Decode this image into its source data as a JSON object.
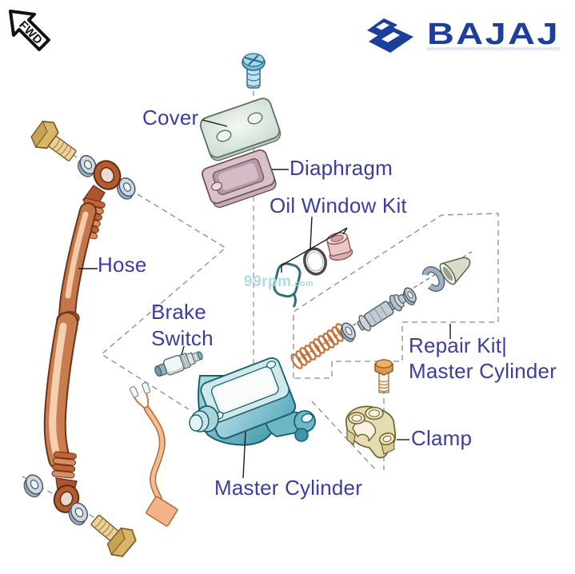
{
  "page": {
    "background_color": "#ffffff"
  },
  "fwd_badge": {
    "text": "FWD"
  },
  "brand": {
    "name": "BAJAJ",
    "color": "#1b3f9b"
  },
  "watermark": {
    "main": "99rpm",
    "suffix": ".com",
    "color": "#aed7e8"
  },
  "labels": {
    "cover": "Cover",
    "diaphragm": "Diaphragm",
    "oil_window_kit": "Oil Window Kit",
    "hose": "Hose",
    "brake_switch": "Brake\nSwitch",
    "repair_kit": "Repair Kit|\nMaster Cylinder",
    "clamp": "Clamp",
    "master_cylinder": "Master Cylinder"
  },
  "label_color": "#3b3e9e",
  "part_colors": {
    "master_cylinder_body": "#8ecbd6",
    "hose": "#c97c4e",
    "clamp": "#e6dcb2",
    "spring": "#c4713a",
    "oil_window": "#ecc6c6",
    "cover": "#dce9de",
    "diaphragm": "#d8c2ca",
    "screw": "#7ec4dc",
    "washer": "#cfd9e2",
    "bolt_brass": "#d9b569"
  }
}
